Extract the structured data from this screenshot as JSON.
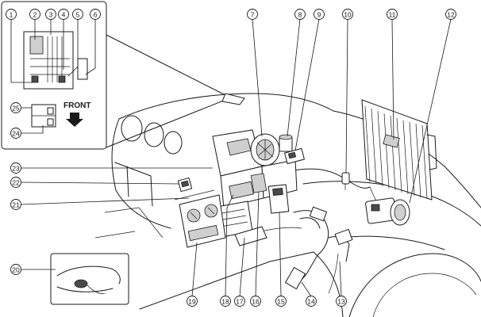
{
  "inset": {
    "front_label": "FRONT"
  },
  "callouts": [
    {
      "id": "1",
      "number": "1"
    },
    {
      "id": "2",
      "number": "2"
    },
    {
      "id": "3",
      "number": "3"
    },
    {
      "id": "4",
      "number": "4"
    },
    {
      "id": "5",
      "number": "5"
    },
    {
      "id": "6",
      "number": "6"
    },
    {
      "id": "7",
      "number": "7"
    },
    {
      "id": "8",
      "number": "8"
    },
    {
      "id": "9",
      "number": "9"
    },
    {
      "id": "10",
      "number": "10"
    },
    {
      "id": "11",
      "number": "11"
    },
    {
      "id": "12",
      "number": "12"
    },
    {
      "id": "13",
      "number": "13"
    },
    {
      "id": "14",
      "number": "14"
    },
    {
      "id": "15",
      "number": "15"
    },
    {
      "id": "16",
      "number": "16"
    },
    {
      "id": "17",
      "number": "17"
    },
    {
      "id": "18",
      "number": "18"
    },
    {
      "id": "19",
      "number": "19"
    },
    {
      "id": "20",
      "number": "20"
    },
    {
      "id": "21",
      "number": "21"
    },
    {
      "id": "22",
      "number": "22"
    },
    {
      "id": "23",
      "number": "23"
    },
    {
      "id": "24",
      "number": "24"
    },
    {
      "id": "25",
      "number": "25"
    }
  ]
}
